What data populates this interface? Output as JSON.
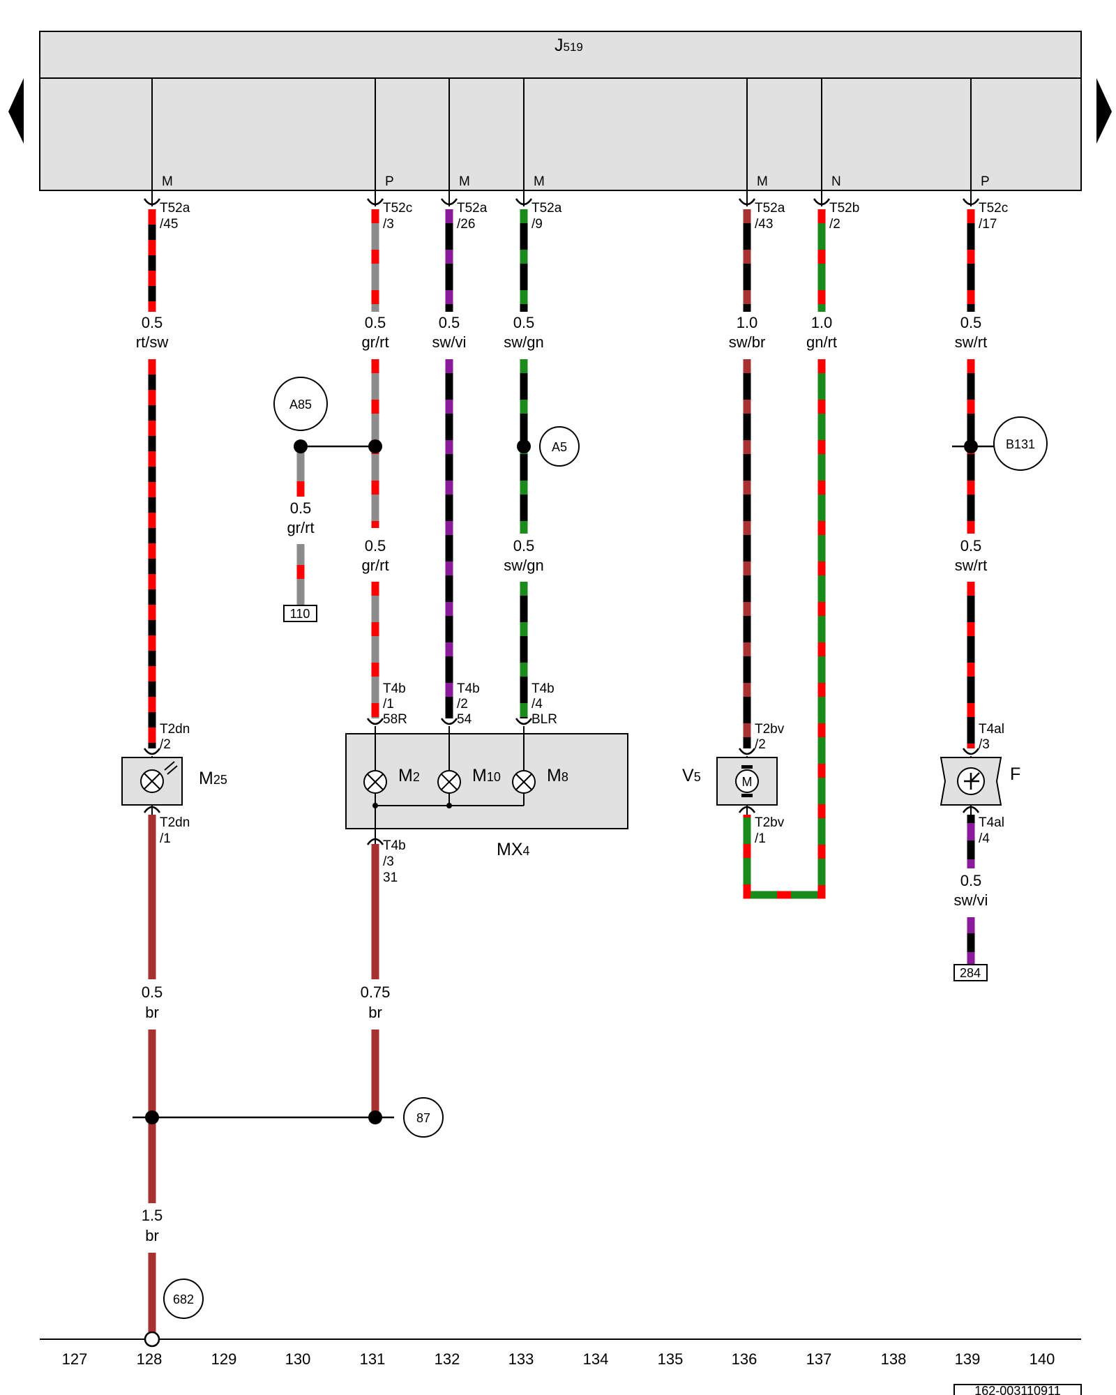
{
  "diagram": {
    "header": {
      "label": "J519",
      "main": "J",
      "sub": "519"
    },
    "nav": {
      "left": "previous-page-arrow",
      "right": "next-page-arrow"
    },
    "pin_codes": [
      "M",
      "P",
      "M",
      "M",
      "M",
      "N",
      "P"
    ],
    "connectors_top": [
      {
        "a": "T52a",
        "b": "/45"
      },
      {
        "a": "T52c",
        "b": "/3"
      },
      {
        "a": "T52a",
        "b": "/26"
      },
      {
        "a": "T52a",
        "b": "/9"
      },
      {
        "a": "T52a",
        "b": "/43"
      },
      {
        "a": "T52b",
        "b": "/2"
      },
      {
        "a": "T52c",
        "b": "/17"
      }
    ],
    "wire_labels_top": [
      {
        "size": "0.5",
        "color": "rt/sw"
      },
      {
        "size": "0.5",
        "color": "gr/rt"
      },
      {
        "size": "0.5",
        "color": "sw/vi"
      },
      {
        "size": "0.5",
        "color": "sw/gn"
      },
      {
        "size": "1.0",
        "color": "sw/br"
      },
      {
        "size": "1.0",
        "color": "gn/rt"
      },
      {
        "size": "0.5",
        "color": "sw/rt"
      }
    ],
    "wire_labels_mid": {
      "a85_branch": {
        "size": "0.5",
        "color": "gr/rt"
      },
      "col131": {
        "size": "0.5",
        "color": "gr/rt"
      },
      "col133": {
        "size": "0.5",
        "color": "sw/gn"
      },
      "col139": {
        "size": "0.5",
        "color": "sw/rt"
      }
    },
    "wire_labels_low": {
      "col128": {
        "size": "0.5",
        "color": "br"
      },
      "col131": {
        "size": "0.75",
        "color": "br"
      },
      "col139": {
        "size": "0.5",
        "color": "sw/vi"
      },
      "col128_bottom": {
        "size": "1.5",
        "color": "br"
      }
    },
    "circles": {
      "a85": "A85",
      "a5": "A5",
      "b131": "B131",
      "g87": "87",
      "g682": "682"
    },
    "refs": {
      "r110": "110",
      "r284": "284"
    },
    "mx4_connectors": [
      {
        "a": "T4b",
        "b": "/1",
        "c": "58R"
      },
      {
        "a": "T4b",
        "b": "/2",
        "c": "54"
      },
      {
        "a": "T4b",
        "b": "/4",
        "c": "BLR"
      }
    ],
    "mx4_bottom": {
      "a": "T4b",
      "b": "/3",
      "c": "31"
    },
    "components": {
      "m25": {
        "main": "M",
        "sub": "25",
        "pin_top_a": "T2dn",
        "pin_top_b": "/2",
        "pin_bot_a": "T2dn",
        "pin_bot_b": "/1"
      },
      "m2": {
        "main": "M",
        "sub": "2"
      },
      "m10": {
        "main": "M",
        "sub": "10"
      },
      "m8": {
        "main": "M",
        "sub": "8"
      },
      "mx4": {
        "main": "MX",
        "sub": "4"
      },
      "v5": {
        "main": "V",
        "sub": "5",
        "motor": "M",
        "pin_top_a": "T2bv",
        "pin_top_b": "/2",
        "pin_bot_a": "T2bv",
        "pin_bot_b": "/1"
      },
      "f": {
        "main": "F",
        "pin_top_a": "T4al",
        "pin_top_b": "/3",
        "pin_bot_a": "T4al",
        "pin_bot_b": "/4"
      }
    },
    "columns": [
      "127",
      "128",
      "129",
      "130",
      "131",
      "132",
      "133",
      "134",
      "135",
      "136",
      "137",
      "138",
      "139",
      "140"
    ],
    "doc_id": "162-003110911",
    "colors": {
      "red": "#ff0000",
      "black": "#000000",
      "grey": "#8c8c8c",
      "violet": "#8a1a9a",
      "green": "#1a8a1a",
      "brown": "#a83232",
      "panel": "#e1e1e1"
    }
  }
}
